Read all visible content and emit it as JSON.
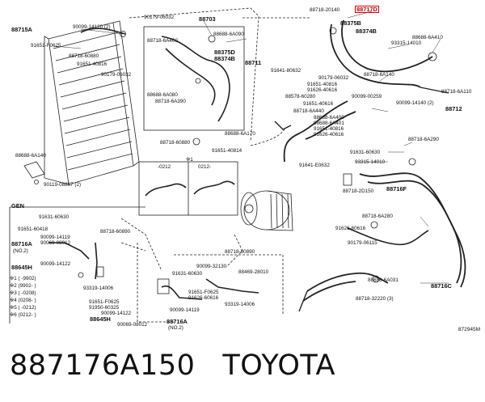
{
  "part_number": "887176A150",
  "brand": "TOYOTA",
  "catalog_code": "872945M",
  "section_label": "GEN",
  "highlight_label": "88717D",
  "labels": {
    "l1": "88715A",
    "l2": "90099-14120 (2)",
    "l3": "91651-F0625",
    "l4": "88718-60880",
    "l5": "91651-40816",
    "l6": "90179-06032",
    "l7": "88703",
    "l8": "88718-6A400",
    "l9": "88688-6A090",
    "l10": "88375D",
    "l11": "88374B",
    "l12": "88711",
    "l13": "90179-06032",
    "l14": "88688-6A080",
    "l15": "88718-6A390",
    "l16": "91641-80632",
    "l17": "88718-20140",
    "l18": "88375B",
    "l19": "88374B",
    "l20": "93315-14010",
    "l21": "88688-6A410",
    "l22": "90179-06032",
    "l23": "91651-40816",
    "l24": "91626-40616",
    "l25": "88578-60280",
    "l26": "88718-6A140",
    "l27": "90099-00259",
    "l28": "88718-6A110",
    "l29": "90099-14140 (2)",
    "l30": "88712",
    "l31": "91651-40616",
    "l32": "88718-6A440",
    "l33": "88688-6A400",
    "l34": "88688-6A401",
    "l35": "91651-40816",
    "l36": "91626-40616",
    "l37": "88688-6A170",
    "l38": "88718-60880",
    "l39": "91651-40814",
    "l40": "88688-6A140",
    "l41": "91641-E0632",
    "l42": "88718-6A290",
    "l43": "91631-60630",
    "l44": "93315-14010",
    "l45": "90119-08867 (2)",
    "l46": "-0212",
    "l47": "0212-",
    "l48": "88718-2D150",
    "l49": "88716F",
    "l50": "91631-60630",
    "l51": "88718-6A280",
    "l52": "91651-60418",
    "l53": "88718-60890",
    "l54": "90099-14119",
    "l55": "90069-08012",
    "l56": "88716A",
    "l57": "(NO.2)",
    "l58": "91626-60616",
    "l59": "90179-06115",
    "l60": "88645H",
    "l61": "90099-14122",
    "l62": "93319-14006",
    "l63": "88718-60890",
    "l64": "90099-32130",
    "l65": "91631-60630",
    "l66": "88469-28010",
    "l67": "91651-F0625",
    "l68": "91626-60616",
    "l69": "91651-F0625",
    "l70": "91950-60325",
    "l71": "90099-14122",
    "l72": "90099-14119",
    "l73": "88645H",
    "l74": "90069-08012",
    "l75": "88716A",
    "l76": "(NO.2)",
    "l77": "93319-14006",
    "l78": "88688-6A031",
    "l79": "88716C",
    "l80": "88718-32220 (3)",
    "l81": "※1"
  },
  "legend": [
    "※1 (     -9902)",
    "※2 (9902-     )",
    "※3 (     -0208)",
    "※4 (0208-     )",
    "※5 (     -0212)",
    "※6 (0212-     )"
  ]
}
